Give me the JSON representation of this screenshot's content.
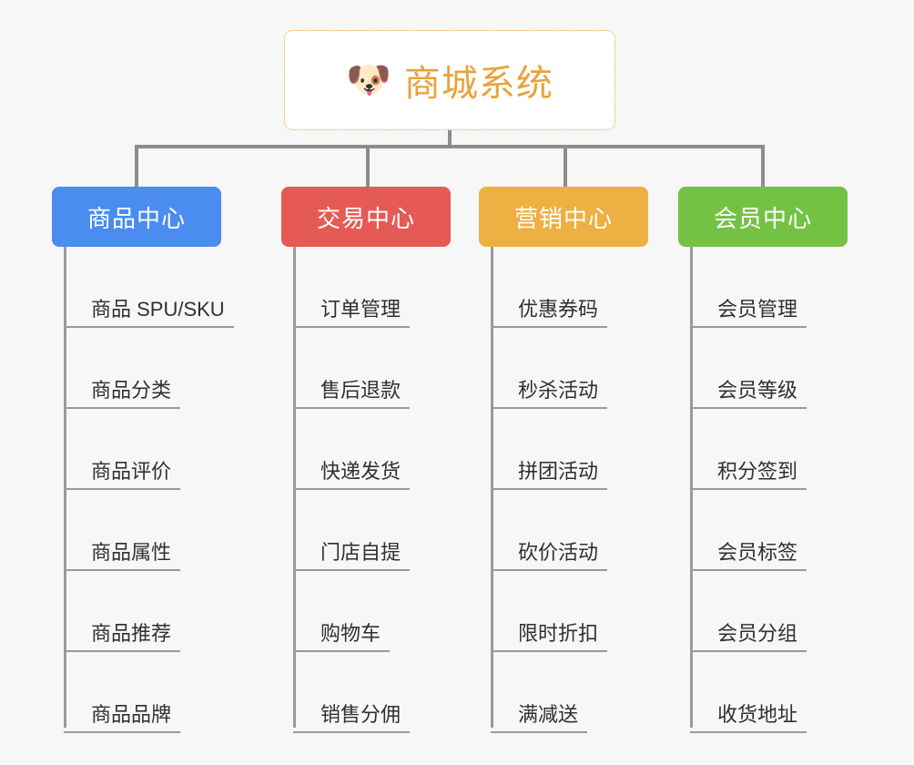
{
  "diagram": {
    "type": "mind-map",
    "background_color": "#f7f7f7",
    "root": {
      "icon": "dog-face-icon",
      "icon_glyph": "🐶",
      "title": "商城系统",
      "text_color": "#e8a33d",
      "border_color": "#e8a33d",
      "background_color": "#ffffff"
    },
    "connector_color": "#8c8c8c",
    "branches": [
      {
        "id": "product-center",
        "label": "商品中心",
        "color": "#4a8cf0",
        "items": [
          "商品 SPU/SKU",
          "商品分类",
          "商品评价",
          "商品属性",
          "商品推荐",
          "商品品牌"
        ]
      },
      {
        "id": "trade-center",
        "label": "交易中心",
        "color": "#e65a55",
        "items": [
          "订单管理",
          "售后退款",
          "快递发货",
          "门店自提",
          "购物车",
          "销售分佣"
        ]
      },
      {
        "id": "marketing-center",
        "label": "营销中心",
        "color": "#eeaf43",
        "items": [
          "优惠券码",
          "秒杀活动",
          "拼团活动",
          "砍价活动",
          "限时折扣",
          "满减送"
        ]
      },
      {
        "id": "member-center",
        "label": "会员中心",
        "color": "#74c244",
        "items": [
          "会员管理",
          "会员等级",
          "积分签到",
          "会员标签",
          "会员分组",
          "收货地址"
        ]
      }
    ]
  }
}
